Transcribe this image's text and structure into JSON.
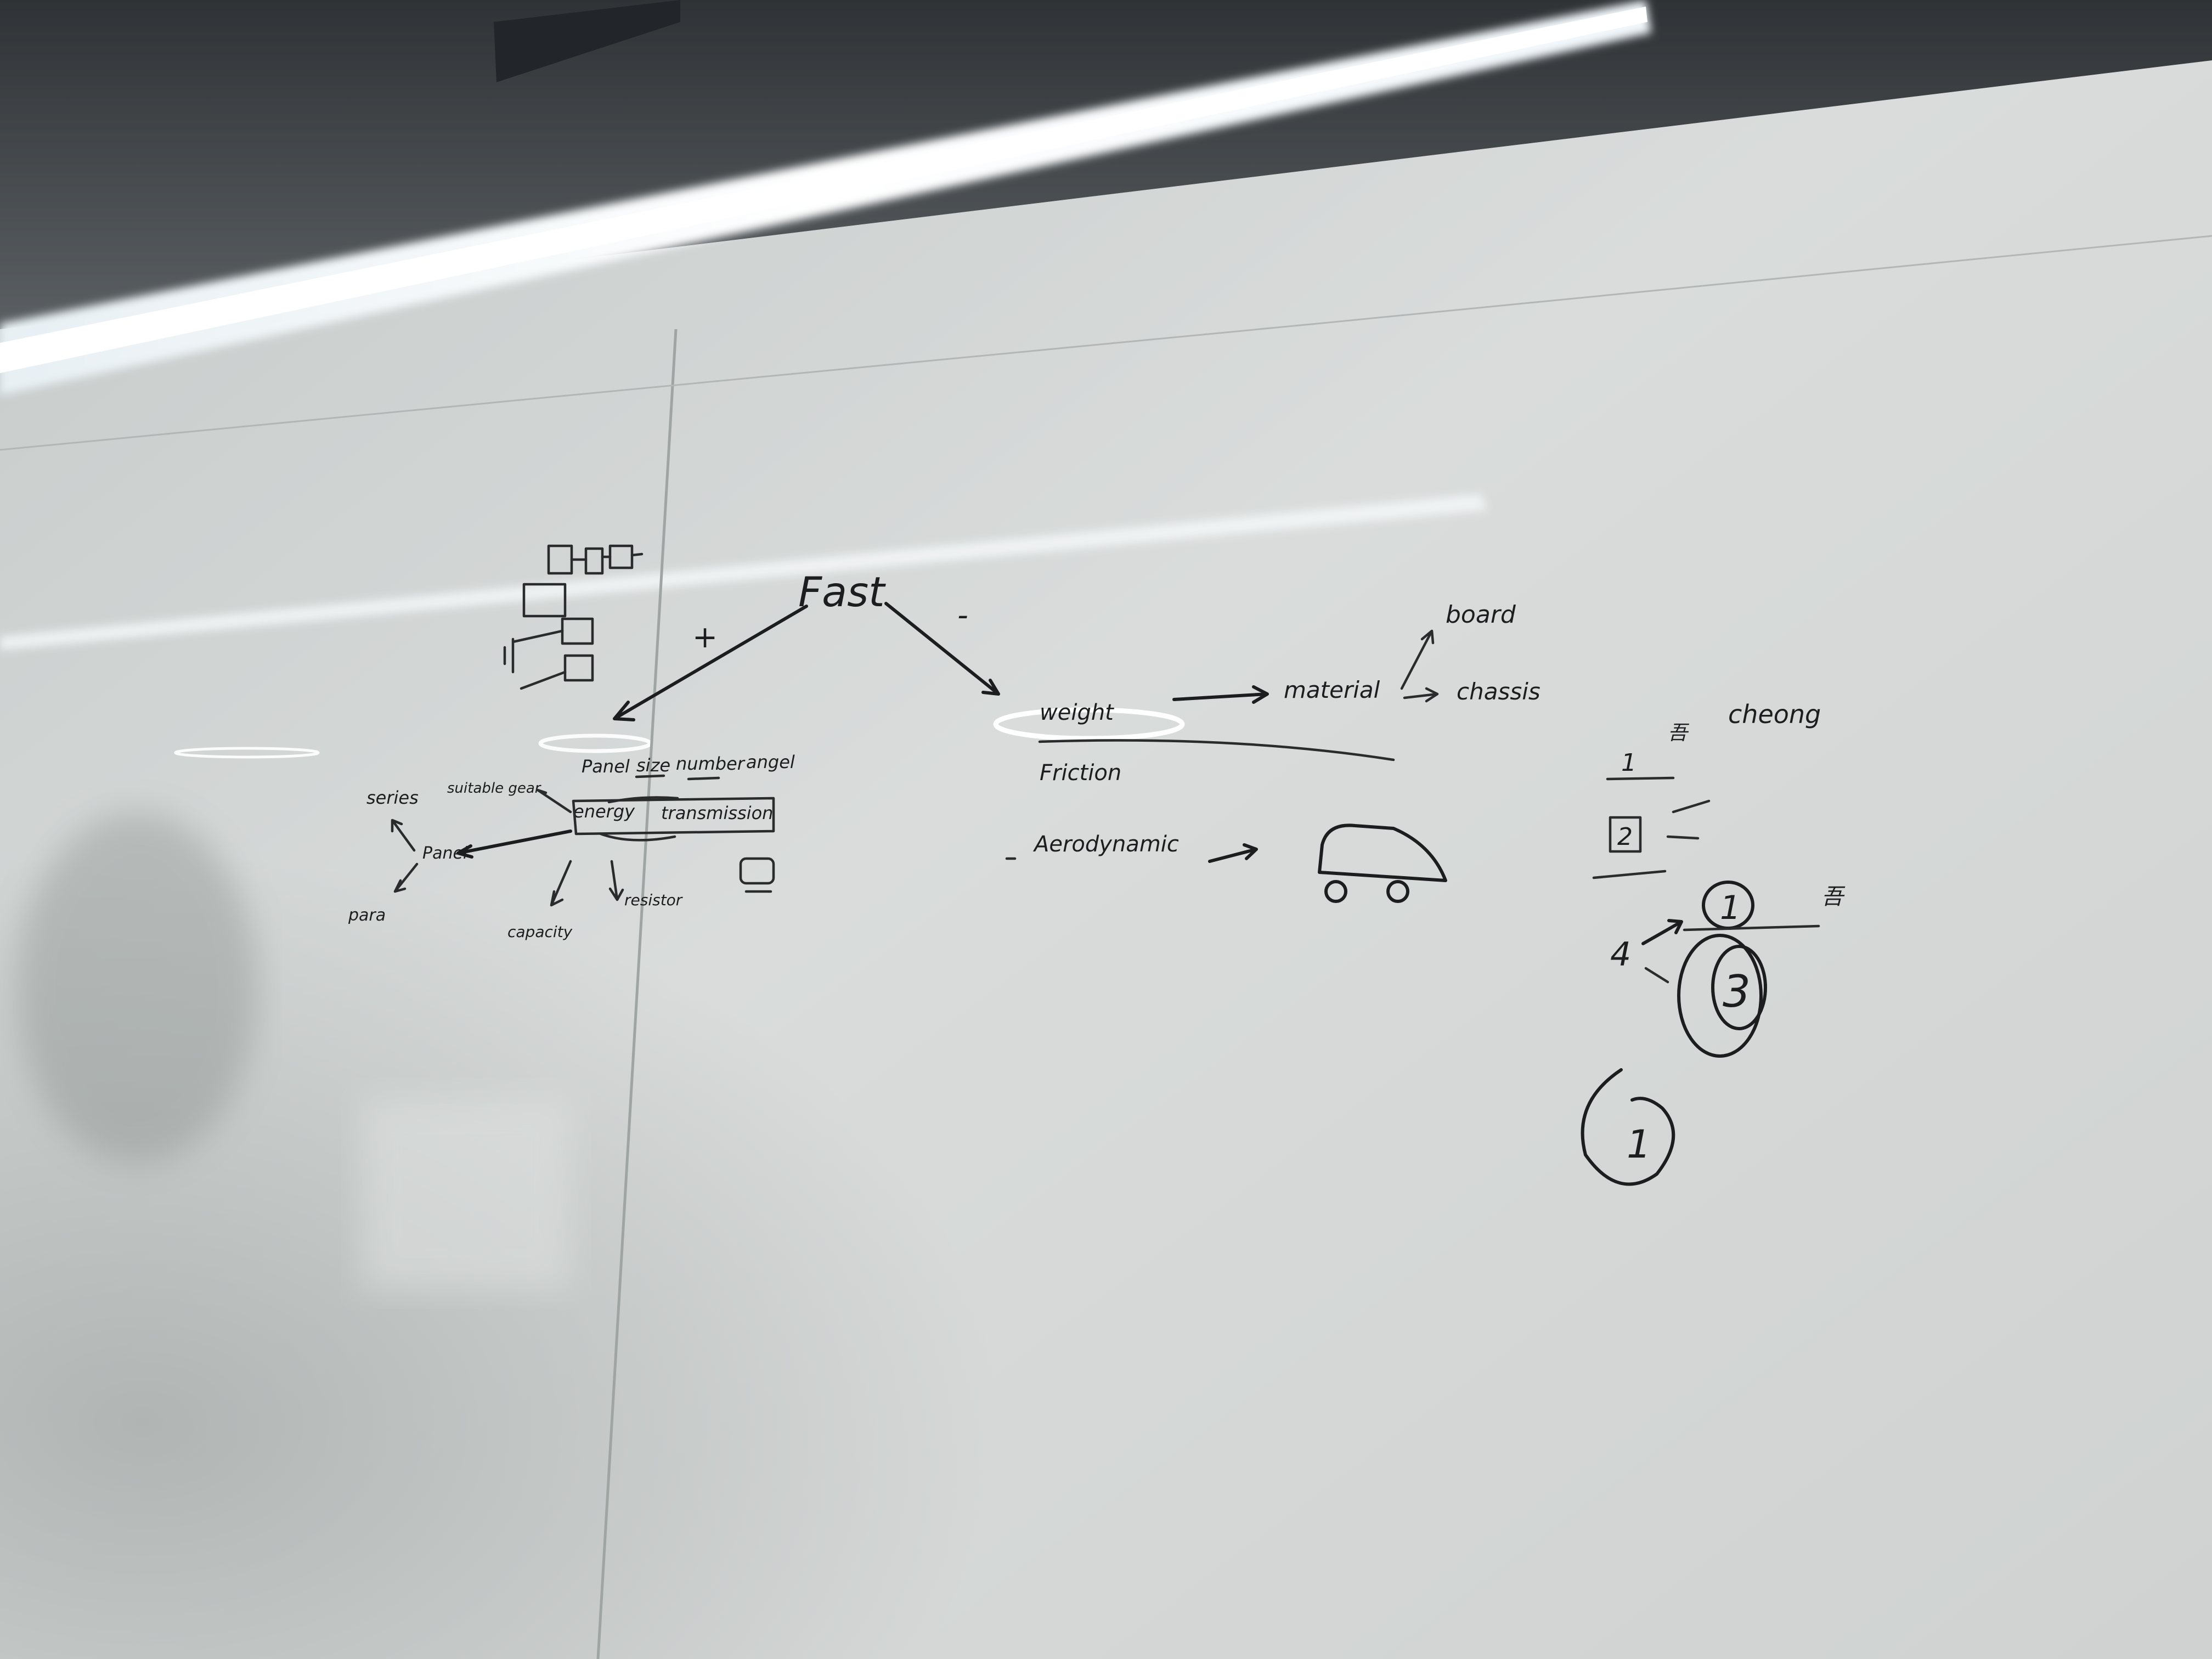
{
  "board": {
    "center_label": "Fast",
    "left_sign": "+",
    "right_sign": "-",
    "left_branch": {
      "energy": "energy",
      "transmission": "transmission",
      "panel": "Panel",
      "panel_size": "size",
      "panel_number": "number",
      "panel_angel": "angel",
      "suitable_gear": "suitable gear",
      "series": "series",
      "panel_node": "Panel",
      "para": "para",
      "capacity": "capacity",
      "resistor": "resistor"
    },
    "right_branch": {
      "weight": "weight",
      "material": "material",
      "board": "board",
      "chassis": "chassis",
      "friction": "Friction",
      "aerodynamic": "Aerodynamic"
    },
    "notes": {
      "cheong": "cheong",
      "num_1": "1",
      "num_2": "2",
      "num_4": "4",
      "circle_1": "1",
      "circle_3": "3",
      "circle_bottom": "1",
      "mark": "吾"
    }
  },
  "colors": {
    "ink": "#1c1d1e",
    "board": "#d6dad8",
    "ceiling": "#3f4346",
    "light": "#ffffff"
  }
}
